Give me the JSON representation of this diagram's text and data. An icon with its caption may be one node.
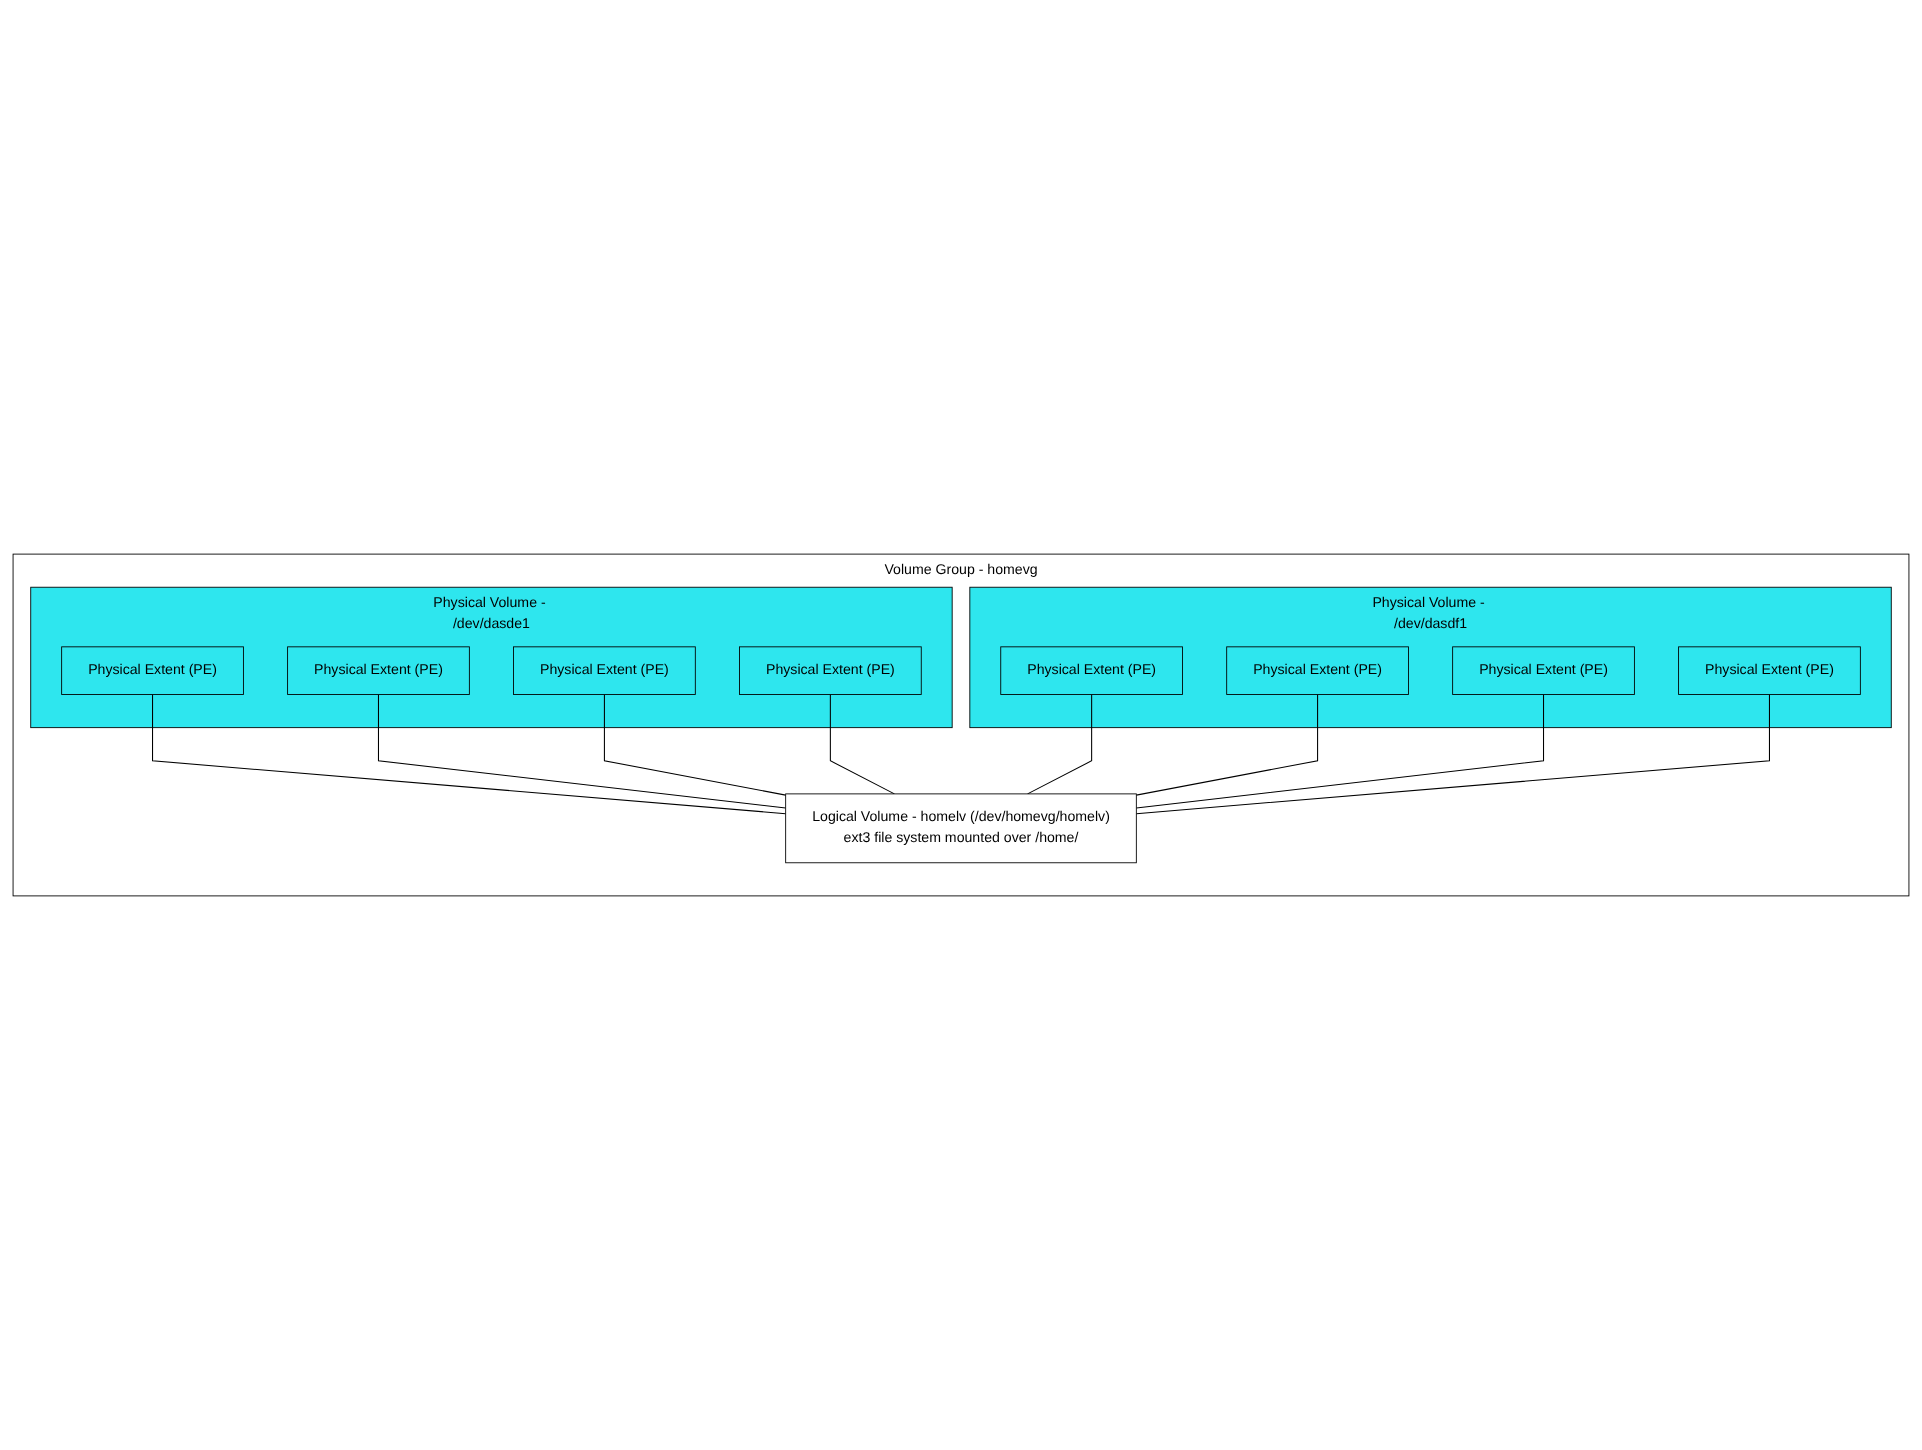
{
  "diagram": {
    "nodes": [
      {
        "text": [
          "Volume Group - homevg"
        ]
      },
      {
        "text": [
          "Physical Volume - /dev/dasde1"
        ],
        "in": 0
      },
      {
        "text": [
          "Physical Extent (PE)"
        ],
        "in": 1
      },
      {
        "text": [
          "Physical Extent (PE)"
        ],
        "in": 1
      },
      {
        "text": [
          "Physical Extent (PE)"
        ],
        "in": 1
      },
      {
        "text": [
          "Physical Extent (PE)"
        ],
        "in": 1
      },
      {
        "text": [
          "Physical Volume - /dev/dasdf1"
        ],
        "in": 0
      },
      {
        "text": [
          "Physical Extent (PE)"
        ],
        "in": 6
      },
      {
        "text": [
          "Physical Extent (PE)"
        ],
        "in": 6
      },
      {
        "text": [
          "Physical Extent (PE)"
        ],
        "in": 6
      },
      {
        "text": [
          "Physical Extent (PE)"
        ],
        "in": 6
      },
      {
        "text": [
          "Logical Volume - homelv (/dev/homevg/homelv)",
          "ext3 file system mounted over /home/"
        ],
        "in": 0
      }
    ],
    "edges": [
      {
        "from": 2,
        "to": 11,
        "arrow": "none"
      },
      {
        "from": 3,
        "to": 11,
        "arrow": "none"
      },
      {
        "from": 4,
        "to": 11,
        "arrow": "none"
      },
      {
        "from": 5,
        "to": 11,
        "arrow": "none"
      },
      {
        "from": 7,
        "to": 11,
        "arrow": "none"
      },
      {
        "from": 8,
        "to": 11,
        "arrow": "none"
      },
      {
        "from": 9,
        "to": 11,
        "arrow": "none"
      },
      {
        "from": 10,
        "to": 11,
        "arrow": "none"
      }
    ]
  }
}
